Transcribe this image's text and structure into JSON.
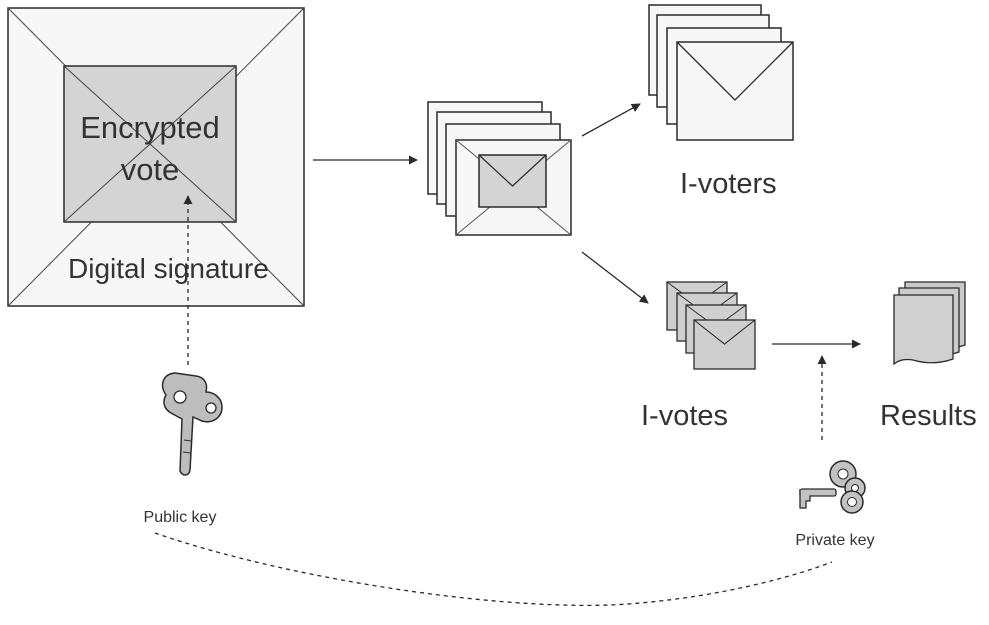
{
  "colors": {
    "outline": "#2a2a2a",
    "envelope_fill": "#f7f7f7",
    "inner_envelope_fill": "#d4d4d4",
    "vote_envelope_fill": "#cfcfcf",
    "text": "#333333",
    "key_fill": "#bdbdbd"
  },
  "ballot": {
    "encrypted_vote_line1": "Encrypted",
    "encrypted_vote_line2": "vote",
    "signature_label": "Digital signature"
  },
  "groups": {
    "i_voters_label": "I-voters",
    "i_votes_label": "I-votes",
    "results_label": "Results"
  },
  "keys": {
    "public_key_label": "Public key",
    "private_key_label": "Private key",
    "public_key_icon": "key-icon",
    "private_key_icon": "key-icon"
  }
}
